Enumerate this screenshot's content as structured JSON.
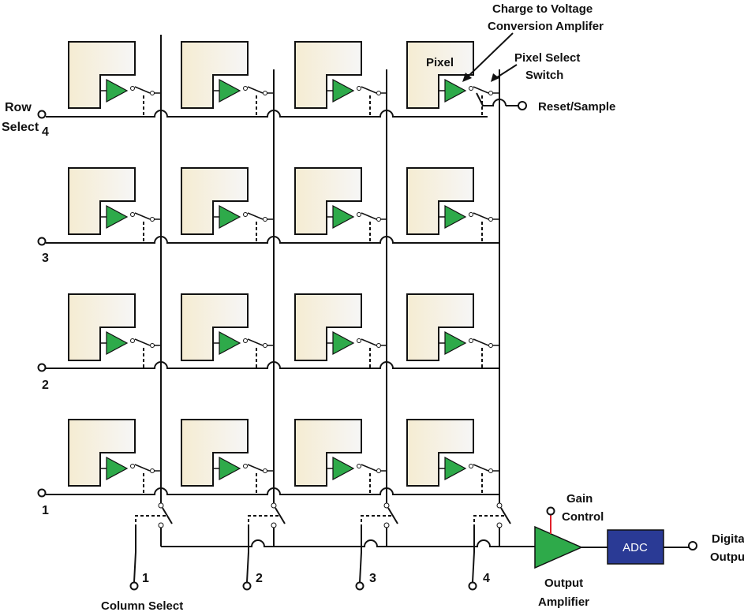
{
  "labels": {
    "row_select_1": "Row",
    "row_select_2": "Select",
    "row_numbers": [
      "4",
      "3",
      "2",
      "1"
    ],
    "column_select": "Column Select",
    "column_numbers": [
      "1",
      "2",
      "3",
      "4"
    ],
    "cv_amp_1": "Charge to Voltage",
    "cv_amp_2": "Conversion Amplifer",
    "pixel": "Pixel",
    "pixel_select_1": "Pixel Select",
    "pixel_select_2": "Switch",
    "reset_sample": "Reset/Sample",
    "gain_1": "Gain",
    "gain_2": "Control",
    "adc": "ADC",
    "digital_1": "Digital",
    "digital_2": "Output",
    "out_amp_1": "Output",
    "out_amp_2": "Amplifier"
  },
  "colors": {
    "pixel_fill_left": "#f5ecd2",
    "pixel_fill_right": "#f6f6f6",
    "amplifier_green": "#2eaa4a",
    "adc_blue": "#2a3a95",
    "gain_line_red": "#e0202a"
  }
}
